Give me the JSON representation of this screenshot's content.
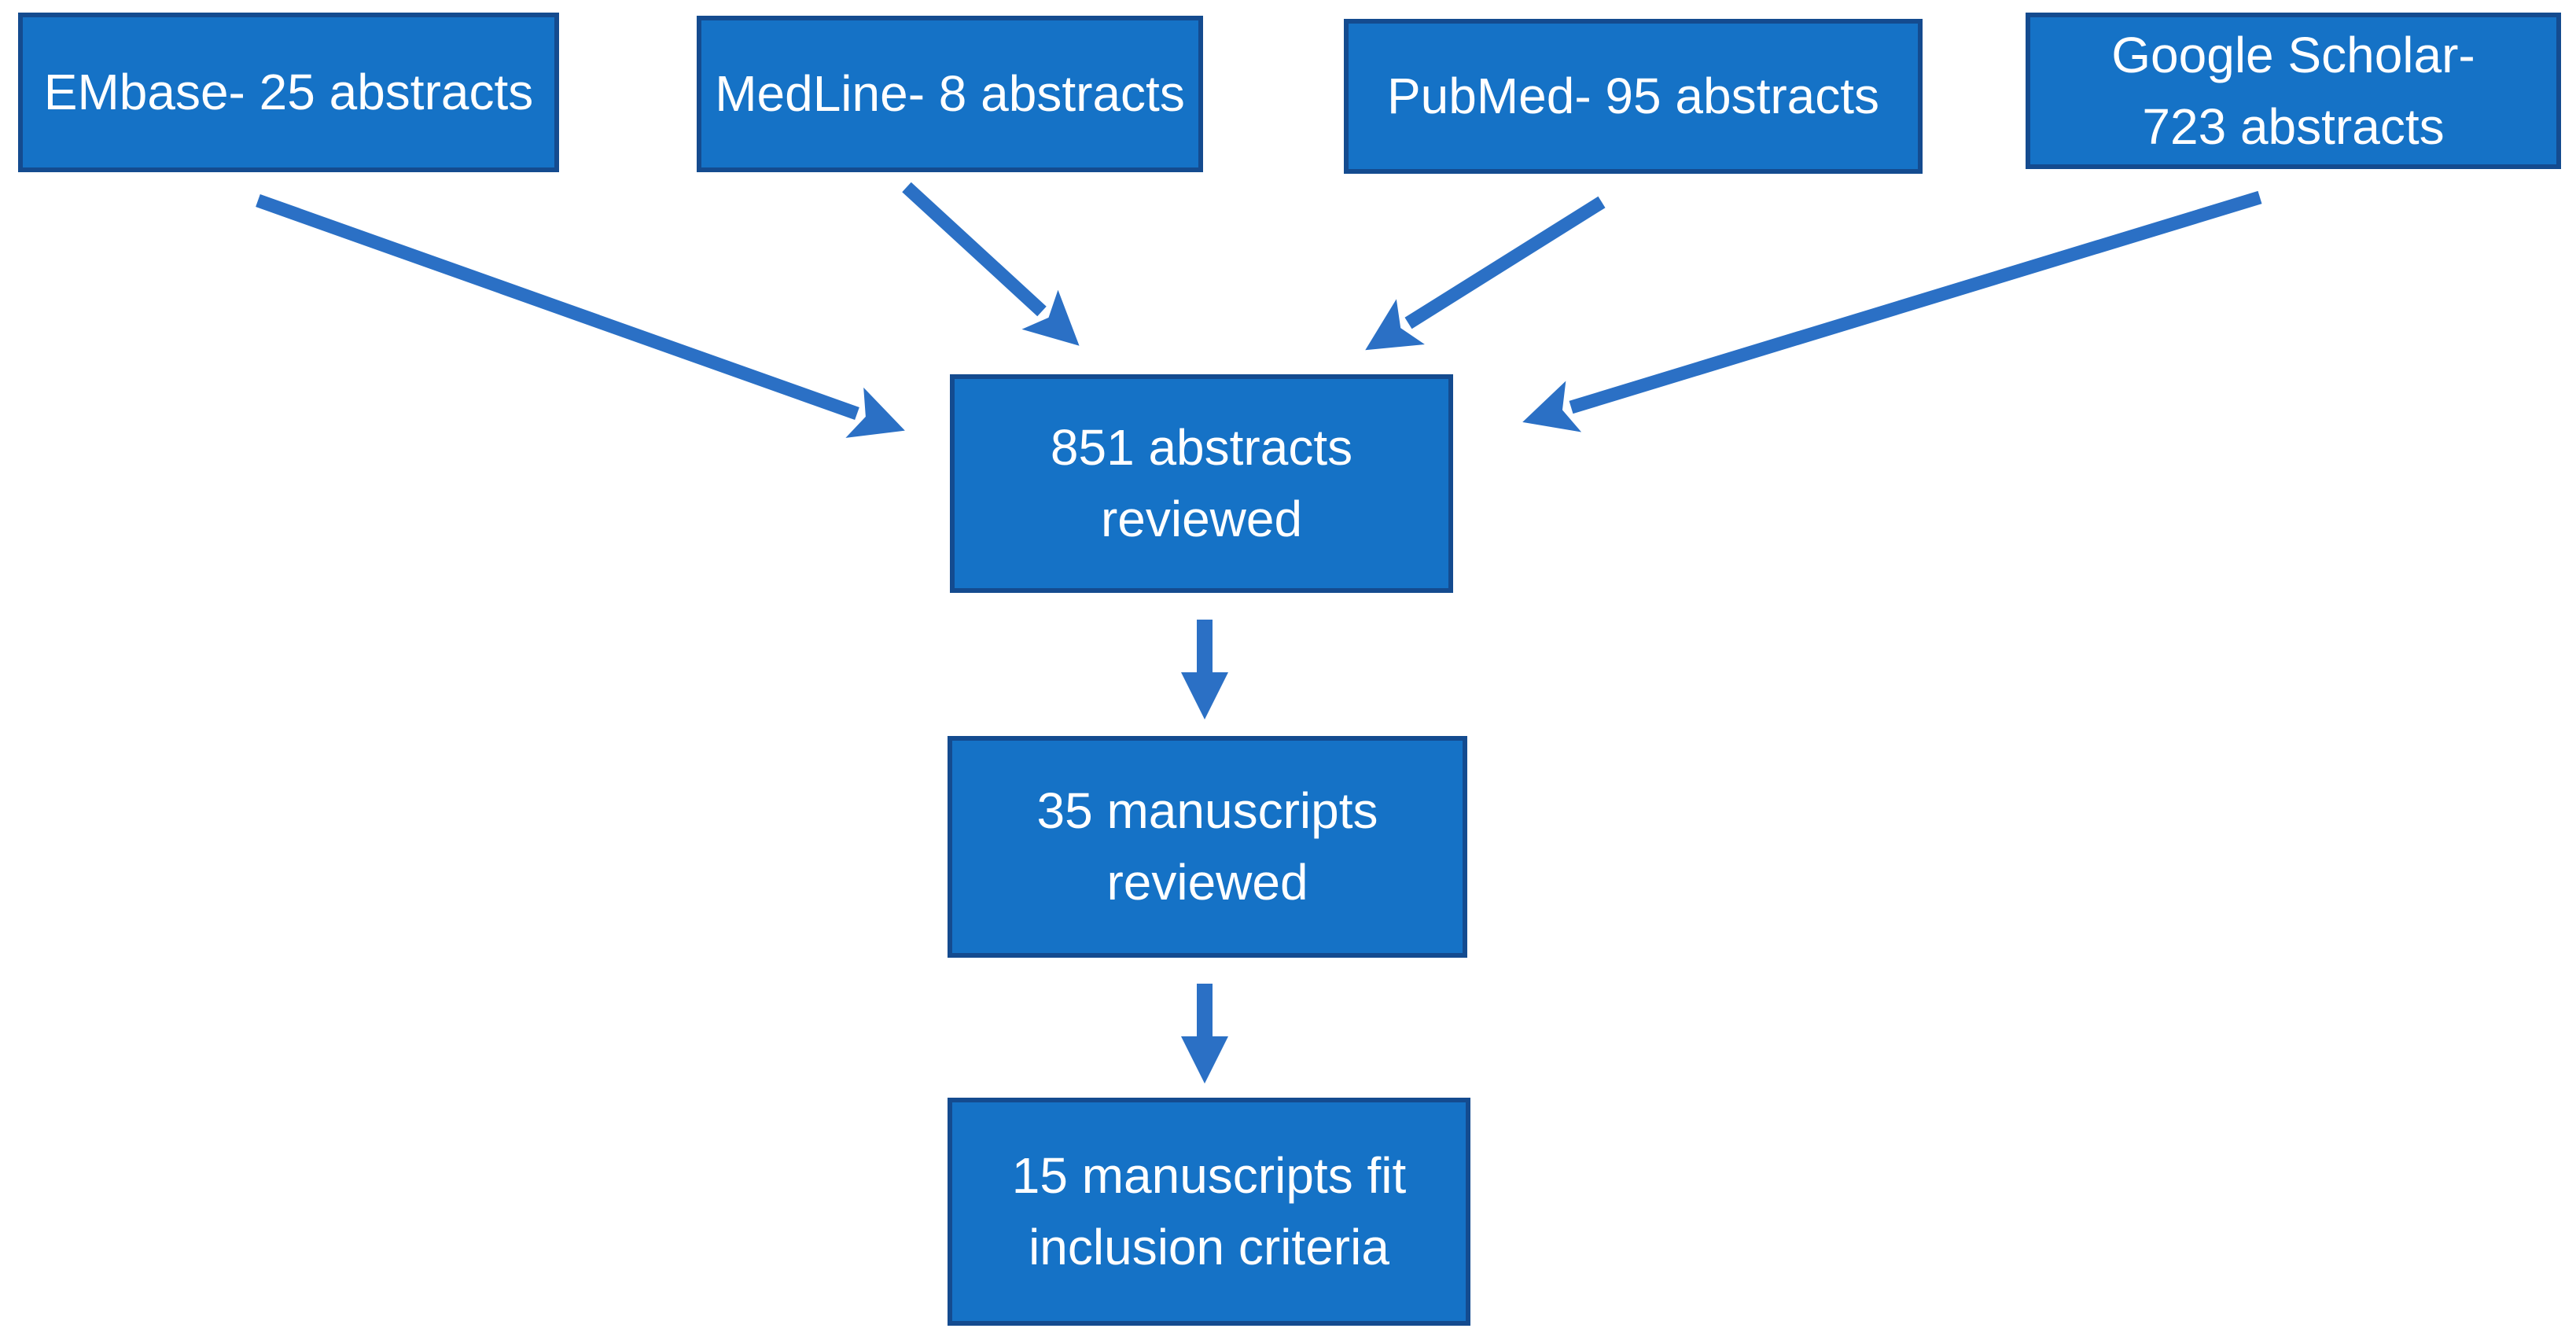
{
  "diagram": {
    "colors": {
      "box_fill": "#1572C6",
      "box_border": "#144B8F",
      "arrow": "#2B70C5",
      "text": "#FFFFFF",
      "background": "#FFFFFF"
    },
    "sources": [
      {
        "id": "embase",
        "label": "EMbase- 25 abstracts"
      },
      {
        "id": "medline",
        "label": "MedLine- 8 abstracts"
      },
      {
        "id": "pubmed",
        "label": "PubMed- 95 abstracts"
      },
      {
        "id": "google-scholar",
        "label": "Google Scholar-\n723 abstracts"
      }
    ],
    "steps": [
      {
        "id": "abstracts-reviewed",
        "label": "851 abstracts\nreviewed"
      },
      {
        "id": "manuscripts-reviewed",
        "label": "35 manuscripts\nreviewed"
      },
      {
        "id": "inclusion-criteria",
        "label": "15 manuscripts fit\ninclusion criteria"
      }
    ]
  }
}
